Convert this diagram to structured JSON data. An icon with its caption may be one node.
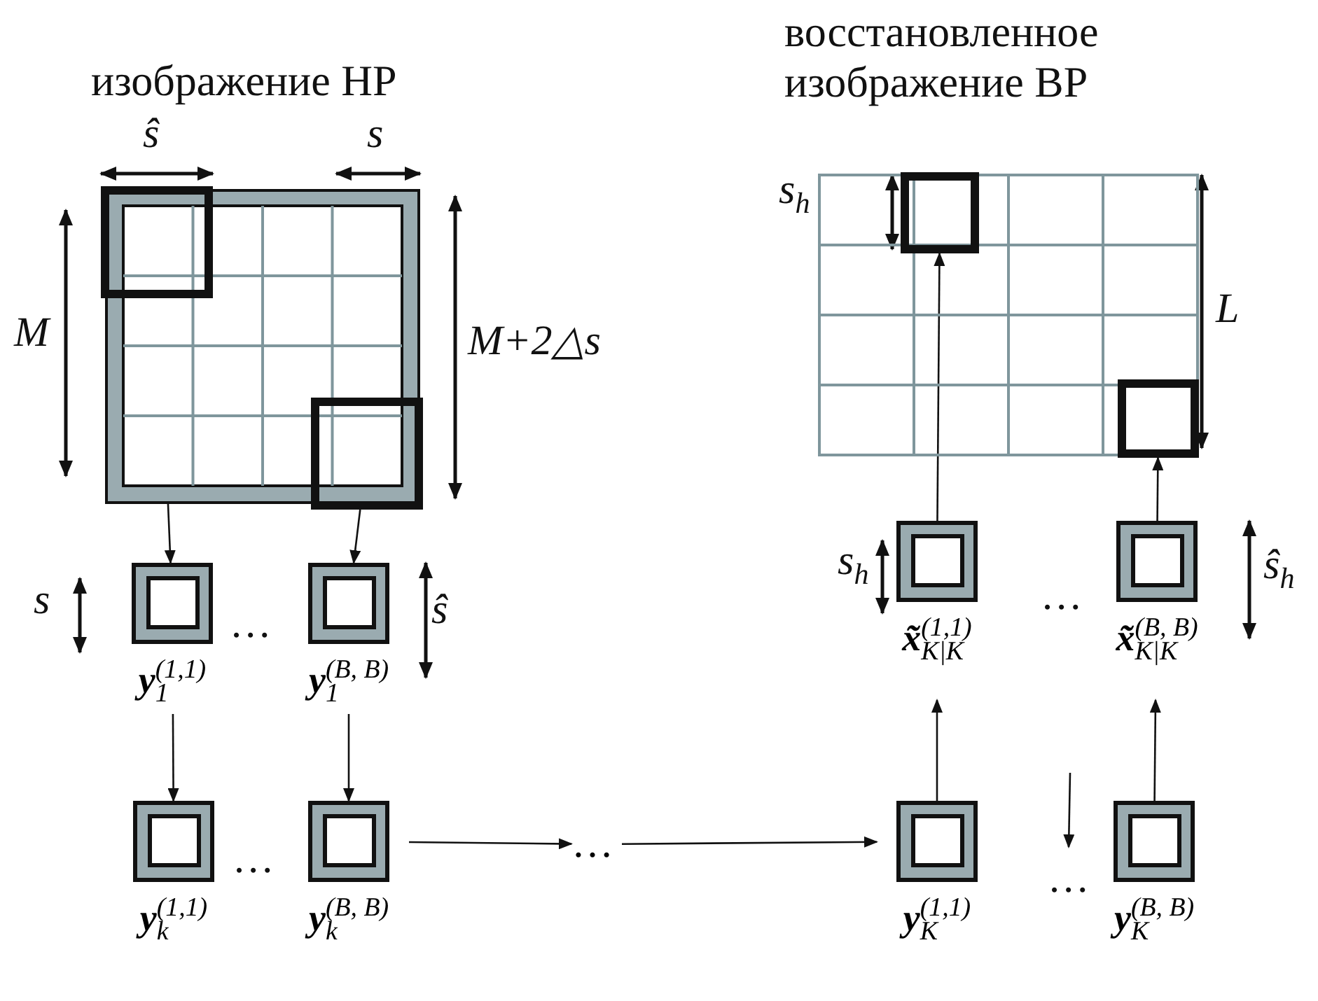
{
  "diagram": {
    "nodes": [
      {
        "text": [
          "изображение НР"
        ]
      },
      {
        "text": [],
        "shape": "box",
        "in": 0
      },
      {
        "text": [],
        "shape": "box",
        "in": 0
      },
      {
        "text": [
          "**y**$_{1}$$^{(1,1)}$"
        ]
      },
      {
        "text": [
          "**y**$_{1}$$^{(B, B)}$"
        ]
      },
      {
        "text": [
          "**y**$_{k}$$^{(1,1)}$"
        ]
      },
      {
        "text": [
          "**y**$_{k}$$^{(B, B)}$"
        ]
      },
      {
        "text": [
          "…"
        ]
      },
      {
        "text": [
          "**y**$_{K}$$^{(1,1)}$"
        ]
      },
      {
        "text": [
          "**y**$_{K}$$^{(B, B)}$"
        ]
      },
      {
        "text": [
          "**x̃**$_{K|K}$$^{(1,1)}$"
        ]
      },
      {
        "text": [
          "**x̃**$_{K|K}$$^{(B, B)}$"
        ]
      },
      {
        "text": [
          "восстановленное изображение ВР"
        ]
      },
      {
        "text": [],
        "shape": "box",
        "in": 12
      },
      {
        "text": [],
        "shape": "box",
        "in": 12
      }
    ],
    "edges": [
      {
        "from": 1,
        "to": 3,
        "arrow": "to"
      },
      {
        "from": 2,
        "to": 4,
        "arrow": "to"
      },
      {
        "from": 3,
        "to": 5,
        "arrow": "to"
      },
      {
        "from": 4,
        "to": 6,
        "arrow": "to"
      },
      {
        "from": 6,
        "to": 7,
        "arrow": "to"
      },
      {
        "from": 7,
        "to": 8,
        "arrow": "to"
      },
      {
        "from": 8,
        "to": 10,
        "arrow": "to"
      },
      {
        "from": 9,
        "to": 11,
        "arrow": "to"
      },
      {
        "from": 10,
        "to": 13,
        "arrow": "to"
      },
      {
        "from": 11,
        "to": 14,
        "arrow": "to"
      }
    ],
    "labels": [
      "ŝ",
      "s",
      "s$_{h}$",
      "M",
      "L",
      "M+2△s",
      "s",
      "…",
      "ŝ",
      "s$_{h}$",
      "…",
      "ŝ$_{h}$",
      "…",
      "…"
    ]
  }
}
